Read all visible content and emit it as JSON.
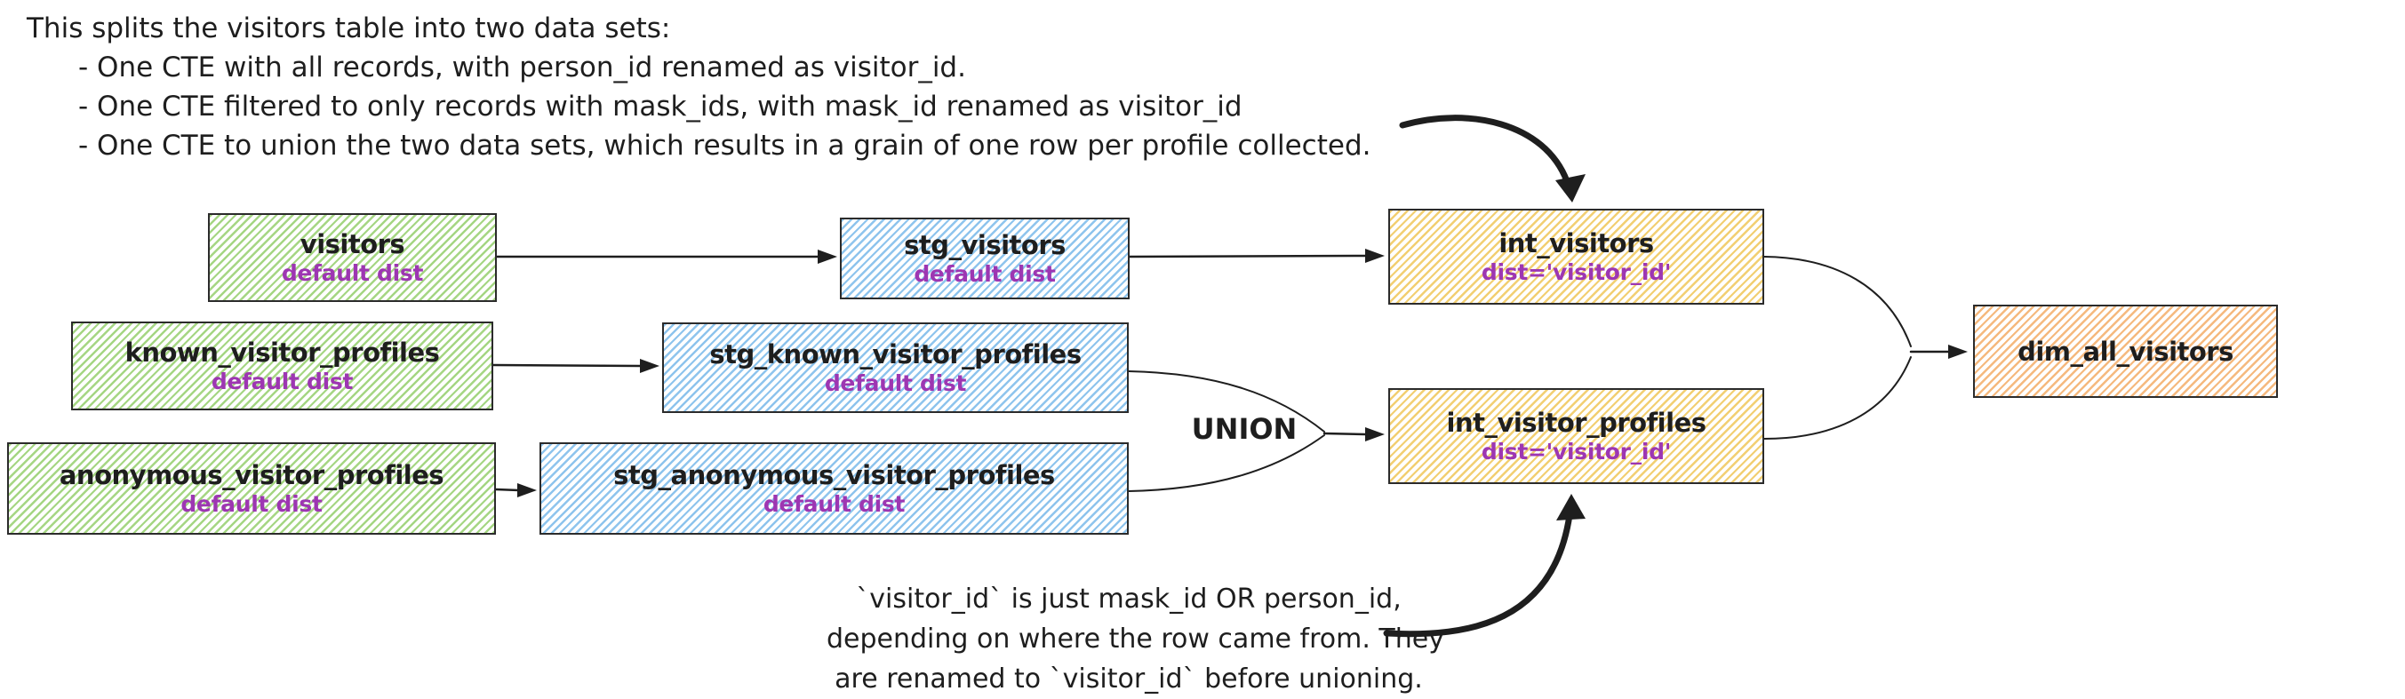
{
  "diagram": {
    "top_note": {
      "intro": "This splits the visitors table into two data sets:",
      "bullets": [
        "- One CTE with all records, with person_id renamed as visitor_id.",
        "- One CTE filtered to only records with mask_ids, with mask_id renamed as visitor_id",
        "- One CTE to union the two data sets, which results in a grain of one row per profile collected."
      ]
    },
    "bottom_note": {
      "lines": [
        "`visitor_id` is just mask_id OR person_id,",
        "depending on where the row came from. They",
        "are renamed to `visitor_id` before unioning."
      ]
    },
    "union_label": "UNION",
    "nodes": {
      "visitors": {
        "title": "visitors",
        "subtitle": "default dist"
      },
      "known_visitor_profiles": {
        "title": "known_visitor_profiles",
        "subtitle": "default dist"
      },
      "anonymous_visitor_profiles": {
        "title": "anonymous_visitor_profiles",
        "subtitle": "default dist"
      },
      "stg_visitors": {
        "title": "stg_visitors",
        "subtitle": "default dist"
      },
      "stg_known_visitor_profiles": {
        "title": "stg_known_visitor_profiles",
        "subtitle": "default dist"
      },
      "stg_anonymous_visitor_profiles": {
        "title": "stg_anonymous_visitor_profiles",
        "subtitle": "default dist"
      },
      "int_visitors": {
        "title": "int_visitors",
        "subtitle": "dist='visitor_id'"
      },
      "int_visitor_profiles": {
        "title": "int_visitor_profiles",
        "subtitle": "dist='visitor_id'"
      },
      "dim_all_visitors": {
        "title": "dim_all_visitors"
      }
    },
    "colors": {
      "source_fill": "#a5d683",
      "staging_fill": "#8ec4ed",
      "intermediate_fill": "#f2cf72",
      "mart_fill": "#f5b97e",
      "stroke": "#1e1e1e",
      "subtitle_text": "#9d36b2"
    }
  }
}
